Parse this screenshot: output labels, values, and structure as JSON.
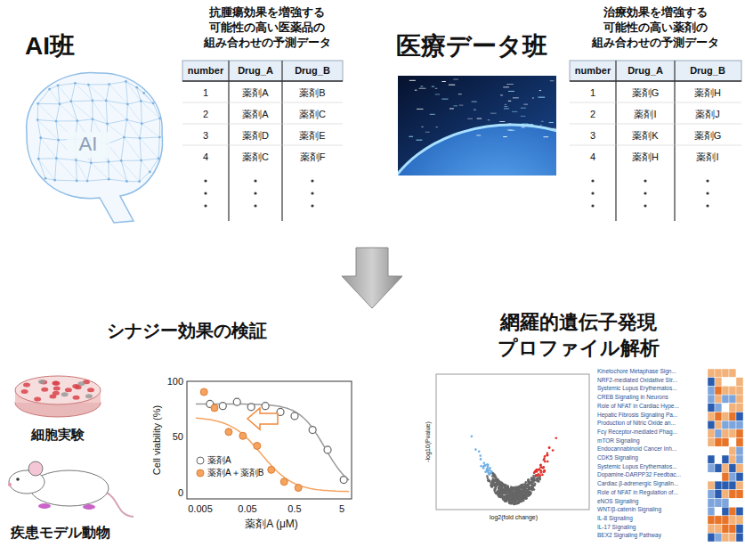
{
  "diagram": {
    "labels": [
      "AI班",
      "AI",
      "抗腫瘍効果を増強する 可能性の高い医薬品の 組み合わせの予測データ",
      "number",
      "Drug_A",
      "Drug_B",
      "1",
      "薬剤A",
      "薬剤B",
      "2",
      "薬剤A",
      "薬剤C",
      "3",
      "薬剤D",
      "薬剤E",
      "4",
      "薬剤C",
      "薬剤F",
      "医療データ班",
      "治療効果を増強する 可能性の高い薬剤の 組み合わせの予測データ",
      "number",
      "Drug_A",
      "Drug_B",
      "1",
      "薬剤G",
      "薬剤H",
      "2",
      "薬剤I",
      "薬剤J",
      "3",
      "薬剤K",
      "薬剤G",
      "4",
      "薬剤H",
      "薬剤I",
      "シナジー効果の検証",
      "細胞実験",
      "疾患モデル動物",
      "100",
      "50",
      "0",
      "0.005",
      "0.05",
      "0.5",
      "5",
      "Cell viability (%)",
      "薬剤A (μM)",
      "網羅的遺伝子発現 プロファイル解析",
      "-log10(Pvalue)",
      "log2(fold change)",
      "Kinetochore Metaphase Sign...",
      "NRF2-mediated Oxidative Str...",
      "Systemic Lupus Erythematos...",
      "CREB Signaling in Neurons",
      "Role of NFAT in Cardiac Hype...",
      "Hepatic Fibrosis Signaling Pa...",
      "Production of Nitric Oxide an...",
      "Fcγ Receptor-mediated Phag...",
      "mTOR Signaling",
      "Endocannabinoid Cancer Inh...",
      "CDK5 Signaling",
      "Systemic Lupus Erythematos...",
      "Dopamine-DARPP32 Feedbac...",
      "Cardiac β-adrenergic Signalin...",
      "Role of NFAT in Regulation of...",
      "eNOS Signaling",
      "WNT/β-catenin Signaling",
      "IL-8 Signaling",
      "IL-17 Signaling",
      "BEX2 Signaling Pathway"
    ],
    "legend": [
      {
        "text": "薬剤A"
      },
      {
        "text": "薬剤A＋薬剤B"
      }
    ]
  }
}
